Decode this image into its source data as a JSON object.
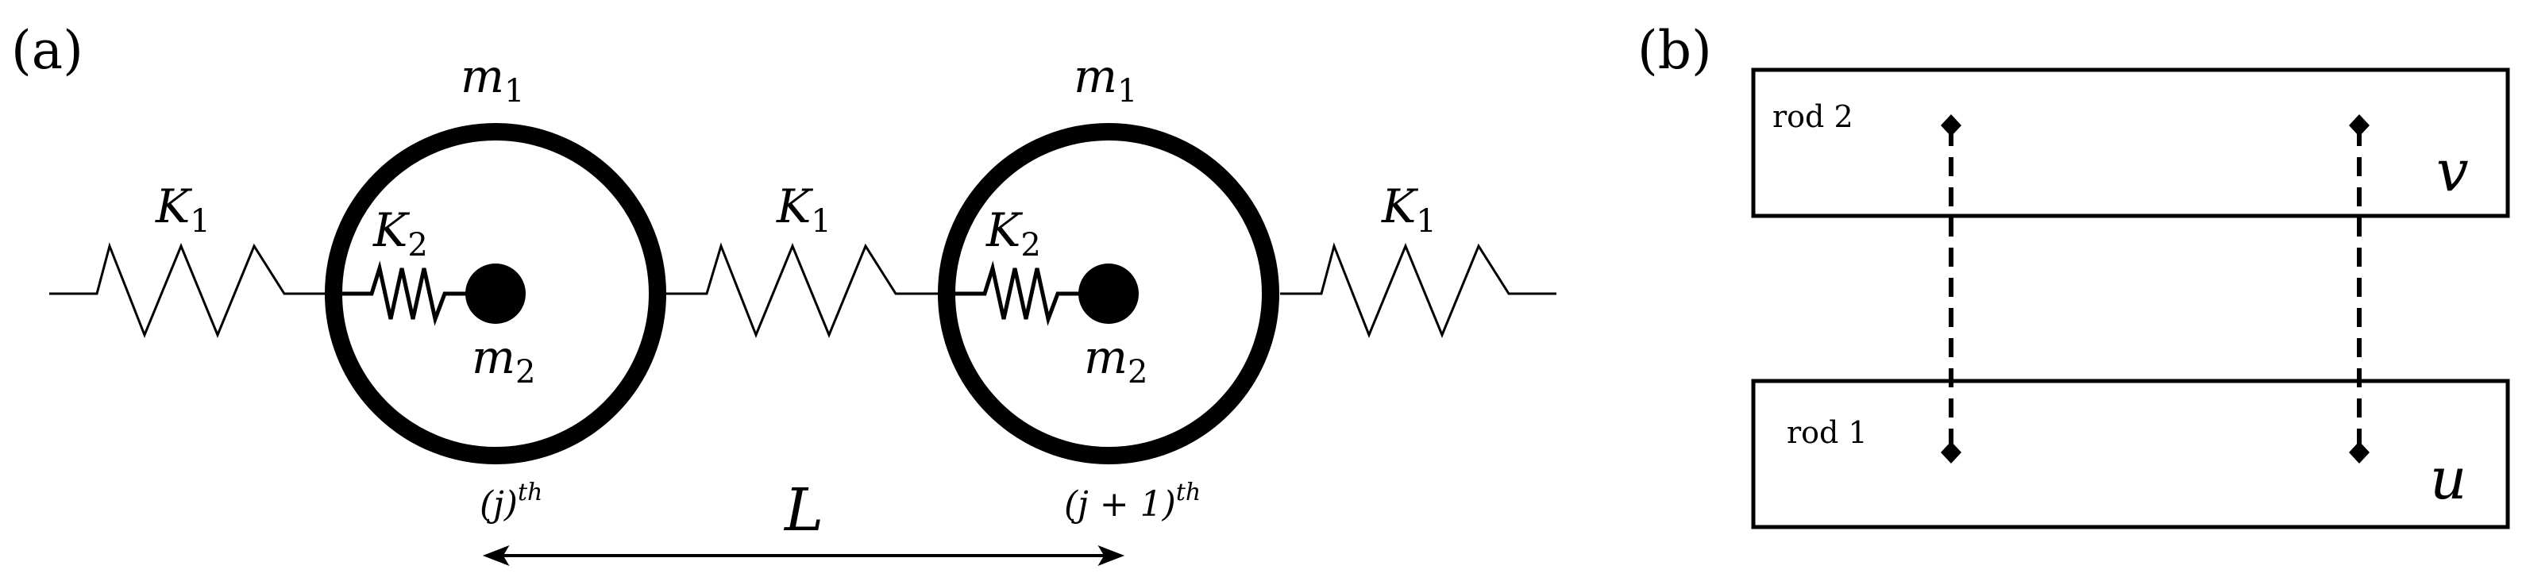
{
  "panel_a": {
    "label": "(a)",
    "mass_outer": {
      "sym": "m",
      "sub": "1"
    },
    "mass_inner": {
      "sym": "m",
      "sub": "2"
    },
    "spring_outer": {
      "sym": "K",
      "sub": "1"
    },
    "spring_inner": {
      "sym": "K",
      "sub": "2"
    },
    "index_left": {
      "open": "(j)",
      "sup": "th"
    },
    "index_right": {
      "open": "(j + 1)",
      "sup": "th"
    },
    "distance": "L"
  },
  "panel_b": {
    "label": "(b)",
    "rod_top": {
      "label": "rod 2",
      "var": "v"
    },
    "rod_bottom": {
      "label": "rod 1",
      "var": "u"
    }
  },
  "colors": {
    "ink": "#000000",
    "background": "#ffffff"
  }
}
